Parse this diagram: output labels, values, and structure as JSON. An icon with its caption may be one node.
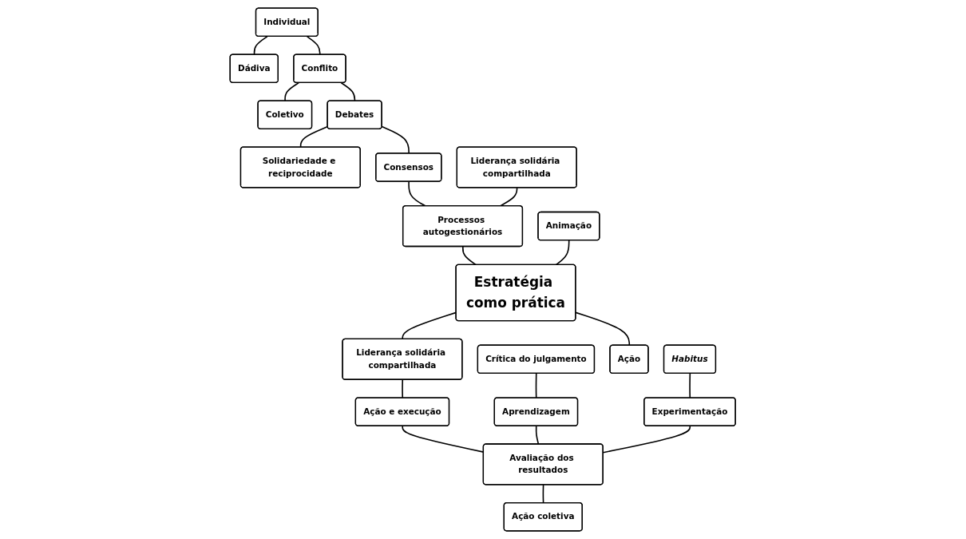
{
  "diagram": {
    "nodes": [
      {
        "text": [
          "Dádiva"
        ]
      },
      {
        "text": [
          "Individual"
        ]
      },
      {
        "text": [
          "Conflito"
        ]
      },
      {
        "text": [
          "Coletivo"
        ]
      },
      {
        "text": [
          "Habitus"
        ]
      },
      {
        "text": [
          "Crítica do julgamento"
        ]
      },
      {
        "text": [
          "Debates"
        ]
      },
      {
        "text": [
          "Solidariedade e reciprocidade"
        ]
      },
      {
        "text": [
          "Consensos"
        ]
      },
      {
        "text": [
          "Liderança solidária compartilhada"
        ]
      },
      {
        "text": [
          "Processos autogestionários"
        ]
      },
      {
        "text": [
          "Aprendizagem"
        ]
      },
      {
        "text": [
          "Animação"
        ]
      },
      {
        "text": [
          "Estratégia como prática"
        ]
      },
      {
        "text": [
          "Ação"
        ]
      },
      {
        "text": [
          "Experimentação"
        ]
      },
      {
        "text": [
          "Liderança solidária compartilhada"
        ]
      },
      {
        "text": [
          "Ação e execução"
        ]
      },
      {
        "text": [
          "Avaliação dos resultados"
        ]
      },
      {
        "text": [
          "Ação coletiva"
        ]
      }
    ],
    "edges": [
      {
        "from": 1,
        "to": 0,
        "arrow": "none"
      },
      {
        "from": 1,
        "to": 2,
        "arrow": "none"
      },
      {
        "from": 2,
        "to": 3,
        "arrow": "none"
      },
      {
        "from": 2,
        "to": 6,
        "arrow": "none"
      },
      {
        "from": 6,
        "to": 7,
        "arrow": "none"
      },
      {
        "from": 6,
        "to": 8,
        "arrow": "none"
      },
      {
        "from": 8,
        "to": 10,
        "arrow": "none"
      },
      {
        "from": 9,
        "to": 10,
        "arrow": "none"
      },
      {
        "from": 10,
        "to": 13,
        "arrow": "none"
      },
      {
        "from": 12,
        "to": 13,
        "arrow": "none"
      },
      {
        "from": 13,
        "to": 14,
        "arrow": "none"
      },
      {
        "from": 13,
        "to": 16,
        "arrow": "none"
      },
      {
        "from": 16,
        "to": 17,
        "arrow": "none"
      },
      {
        "from": 17,
        "to": 18,
        "arrow": "none"
      },
      {
        "from": 18,
        "to": 19,
        "arrow": "none"
      },
      {
        "from": 5,
        "to": 11,
        "arrow": "none"
      },
      {
        "from": 11,
        "to": 18,
        "arrow": "none"
      },
      {
        "from": 4,
        "to": 15,
        "arrow": "none"
      },
      {
        "from": 15,
        "to": 18,
        "arrow": "none"
      }
    ]
  }
}
